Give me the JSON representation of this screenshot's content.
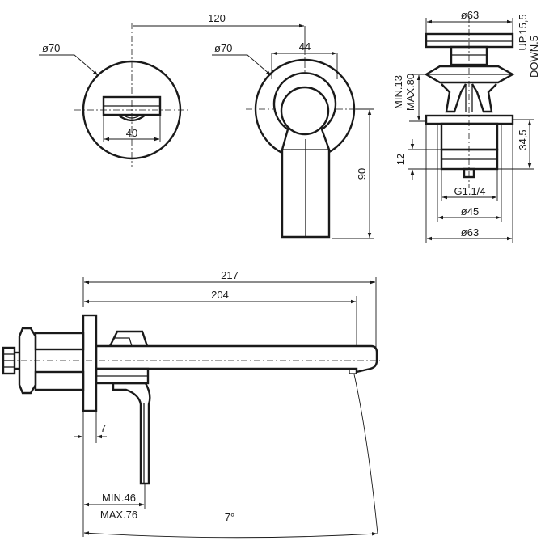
{
  "front_view": {
    "dia": "ø70",
    "width": "40"
  },
  "side_view": {
    "span": "120",
    "dia": "ø70",
    "width": "44",
    "height": "90"
  },
  "drain_view": {
    "top_dia": "ø63",
    "up": "UP.15,5",
    "down": "DOWN.5",
    "min": "MIN.13",
    "max": "MAX.80",
    "h1": "34,5",
    "h2": "12",
    "thread": "G1.1/4",
    "d45": "ø45",
    "bottom_dia": "ø63"
  },
  "plan_view": {
    "total": "217",
    "spout": "204",
    "offset": "7",
    "min": "MIN.46",
    "max": "MAX.76",
    "angle": "7°"
  }
}
